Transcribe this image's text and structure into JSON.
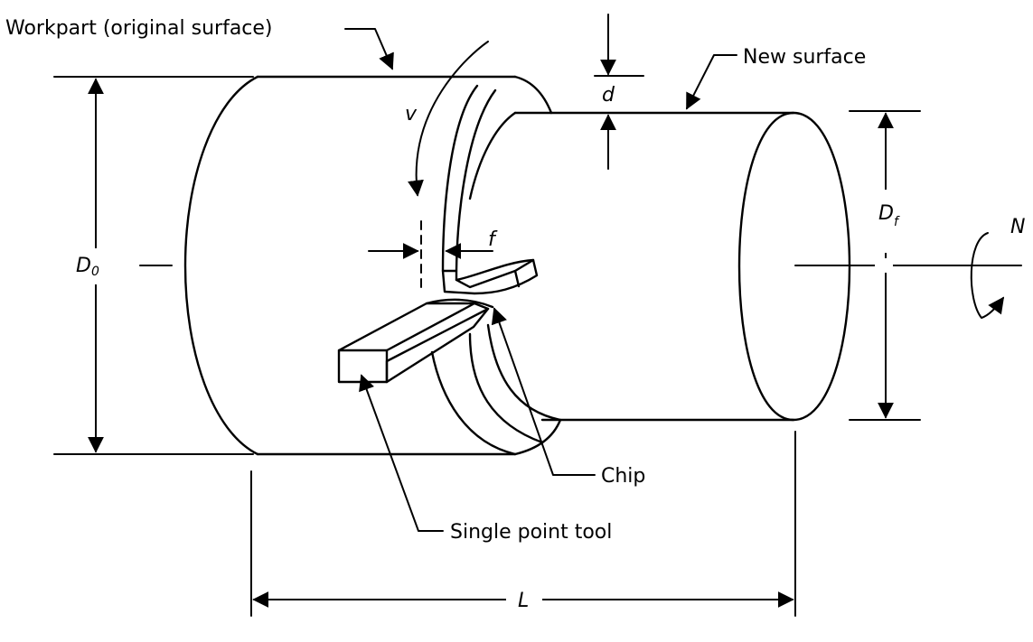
{
  "labels": {
    "workpart": "Workpart (original surface)",
    "new_surface": "New surface",
    "chip": "Chip",
    "single_point_tool": "Single point tool",
    "v": "v",
    "d": "d",
    "f": "f",
    "D0": "D",
    "D0_sub": "0",
    "Df": "D",
    "Df_sub": "f",
    "N": "N",
    "L": "L"
  }
}
